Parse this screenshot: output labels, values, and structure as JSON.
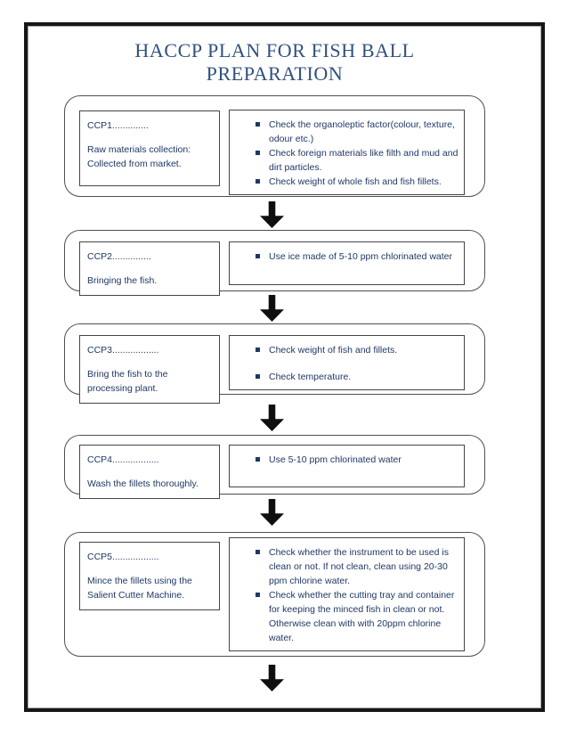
{
  "page": {
    "title": "HACCP PLAN FOR FISH BALL PREPARATION"
  },
  "colors": {
    "ink": "#1f3864",
    "title": "#31517e",
    "box_border": "#454545",
    "frame": "#161616",
    "arrow": "#0f0f0f"
  },
  "blocks": [
    {
      "label": "CCP1..............",
      "description": "Raw materials collection:\nCollected from market.",
      "bullets": [
        "Check the organoleptic factor(colour, texture, odour etc.)",
        "Check foreign materials like filth and mud and dirt particles.",
        "Check weight of whole fish and fish fillets."
      ]
    },
    {
      "label": "CCP2...............",
      "description": "Bringing the fish.",
      "bullets": [
        "Use ice made of 5-10 ppm chlorinated water"
      ]
    },
    {
      "label": "CCP3..................",
      "description": "Bring the fish to the\nprocessing plant.",
      "bullets": [
        "Check weight of fish and fillets.",
        "Check temperature."
      ]
    },
    {
      "label": "CCP4..................",
      "description": "Wash the fillets thoroughly.",
      "bullets": [
        "Use 5-10 ppm chlorinated water"
      ]
    },
    {
      "label": "CCP5..................",
      "description": "Mince the fillets using the\nSalient Cutter Machine.",
      "bullets": [
        "Check whether the instrument to be used is clean or not. If not clean, clean using 20-30 ppm chlorine water.",
        "Check whether the cutting tray and container for keeping the minced fish in clean or not. Otherwise clean with with 20ppm chlorine water."
      ]
    }
  ]
}
